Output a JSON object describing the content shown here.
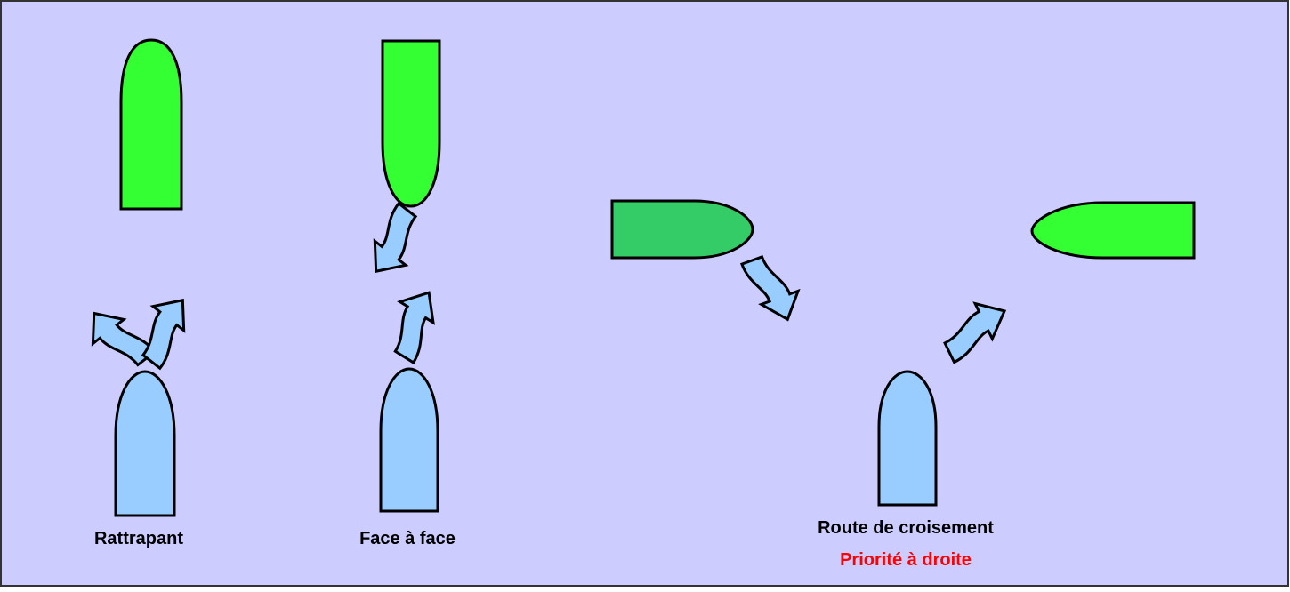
{
  "colors": {
    "background": "#ccccff",
    "frame": "#333333",
    "own_boat": "#99ccff",
    "other_boat_bright": "#33ff33",
    "other_boat_dark": "#33cc66",
    "outline": "#000000",
    "label": "#000000",
    "priority_label": "#ff0000"
  },
  "labels": {
    "overtaking": "Rattrapant",
    "head_on": "Face à face",
    "crossing": "Route de croisement",
    "crossing_rule": "Priorité à droite"
  }
}
